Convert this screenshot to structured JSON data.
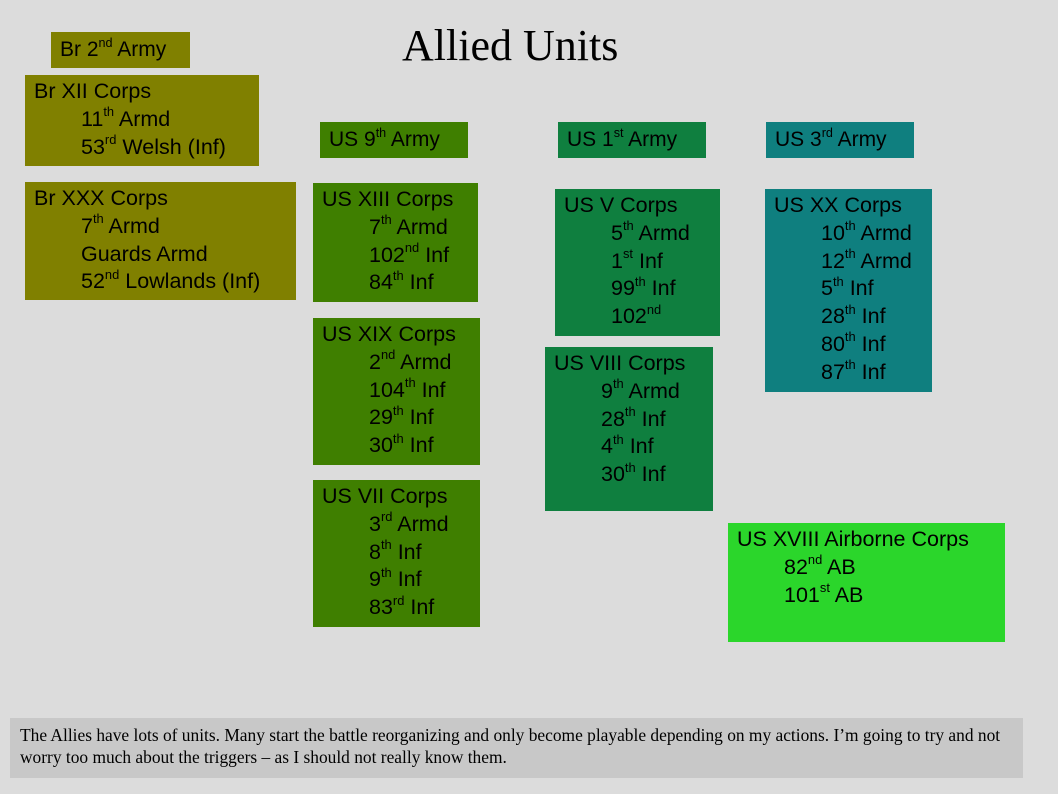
{
  "title": "Allied Units",
  "armies": [
    {
      "id": "br2",
      "prefix": "Br 2",
      "sup": "nd",
      "suffix": " Army"
    },
    {
      "id": "us9",
      "prefix": "US 9",
      "sup": "th",
      "suffix": " Army"
    },
    {
      "id": "us1",
      "prefix": "US 1",
      "sup": "st",
      "suffix": " Army"
    },
    {
      "id": "us3",
      "prefix": "US 3",
      "sup": "rd",
      "suffix": " Army"
    }
  ],
  "corps": [
    {
      "id": "br-xii",
      "name": "Br XII Corps",
      "units": [
        {
          "n": "11",
          "s": "th",
          "t": " Armd"
        },
        {
          "n": "53",
          "s": "rd",
          "t": " Welsh (Inf)"
        }
      ]
    },
    {
      "id": "br-xxx",
      "name": "Br XXX Corps",
      "units": [
        {
          "n": "7",
          "s": "th",
          "t": " Armd"
        },
        {
          "n": "Guards Armd",
          "s": "",
          "t": ""
        },
        {
          "n": "52",
          "s": "nd",
          "t": " Lowlands (Inf)"
        }
      ]
    },
    {
      "id": "us-xiii",
      "name": "US XIII Corps",
      "units": [
        {
          "n": "7",
          "s": "th",
          "t": " Armd"
        },
        {
          "n": "102",
          "s": "nd",
          "t": " Inf"
        },
        {
          "n": "84",
          "s": "th",
          "t": " Inf"
        }
      ]
    },
    {
      "id": "us-xix",
      "name": "US XIX Corps",
      "units": [
        {
          "n": "2",
          "s": "nd",
          "t": " Armd"
        },
        {
          "n": "104",
          "s": "th",
          "t": " Inf"
        },
        {
          "n": "29",
          "s": "th",
          "t": " Inf"
        },
        {
          "n": "30",
          "s": "th",
          "t": " Inf"
        }
      ]
    },
    {
      "id": "us-vii",
      "name": "US VII Corps",
      "units": [
        {
          "n": "3",
          "s": "rd",
          "t": " Armd"
        },
        {
          "n": "8",
          "s": "th",
          "t": " Inf"
        },
        {
          "n": "9",
          "s": "th",
          "t": " Inf"
        },
        {
          "n": "83",
          "s": "rd",
          "t": " Inf"
        }
      ]
    },
    {
      "id": "us-v",
      "name": "US V Corps",
      "units": [
        {
          "n": "5",
          "s": "th",
          "t": " Armd"
        },
        {
          "n": "1",
          "s": "st",
          "t": " Inf"
        },
        {
          "n": "99",
          "s": "th",
          "t": " Inf"
        },
        {
          "n": "102",
          "s": "nd",
          "t": ""
        }
      ]
    },
    {
      "id": "us-viii",
      "name": "US VIII Corps",
      "units": [
        {
          "n": "9",
          "s": "th",
          "t": " Armd"
        },
        {
          "n": "28",
          "s": "th",
          "t": " Inf"
        },
        {
          "n": "4",
          "s": "th",
          "t": " Inf"
        },
        {
          "n": "30",
          "s": "th",
          "t": " Inf"
        }
      ]
    },
    {
      "id": "us-xx",
      "name": "US XX Corps",
      "units": [
        {
          "n": "10",
          "s": "th",
          "t": " Armd"
        },
        {
          "n": "12",
          "s": "th",
          "t": " Armd"
        },
        {
          "n": "5",
          "s": "th",
          "t": " Inf"
        },
        {
          "n": "28",
          "s": "th",
          "t": " Inf"
        },
        {
          "n": "80",
          "s": "th",
          "t": " Inf"
        },
        {
          "n": "87",
          "s": "th",
          "t": " Inf"
        }
      ]
    },
    {
      "id": "us-xviii",
      "name": "US XVIII Airborne Corps",
      "units": [
        {
          "n": "82",
          "s": "nd",
          "t": " AB"
        },
        {
          "n": "101",
          "s": "st",
          "t": " AB"
        }
      ]
    }
  ],
  "note": "The Allies have lots of units.  Many start the battle reorganizing and only become playable depending on my actions.  I’m going to try and not worry too much about the triggers – as I should not really know them.",
  "colors": {
    "background": "#dcdcdc",
    "british": "#808000",
    "us_9th": "#3f7f00",
    "us_1st": "#0f7f3f",
    "us_3rd": "#0f7f7f",
    "airborne": "#2bd62b",
    "note_box": "#c8c8c8"
  }
}
